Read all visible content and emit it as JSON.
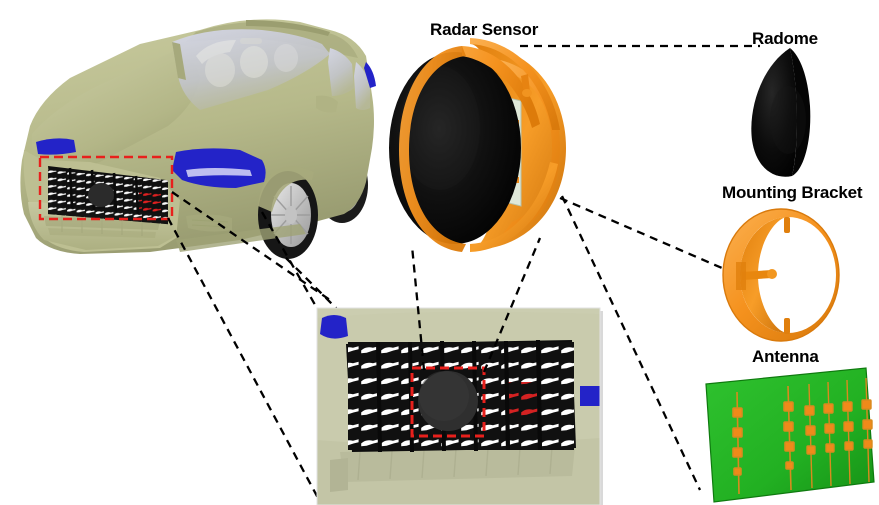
{
  "figure": {
    "title": "Automotive radar sensor integration in vehicle front grille",
    "background_color": "#ffffff"
  },
  "labels": {
    "radar_sensor": "Radar Sensor",
    "radome": "Radome",
    "mounting_bracket": "Mounting Bracket",
    "antenna": "Antenna"
  },
  "colors": {
    "car_body": "#b6b98a",
    "car_body_dark": "#8f9168",
    "car_body_light": "#c9cb9f",
    "headlight_blue": "#2323c8",
    "grille_black": "#131313",
    "grille_slat_white": "#ffffff",
    "highlight_red": "#e02020",
    "dashed_red": "#e8201c",
    "bracket_orange": "#f5921e",
    "bracket_orange_dark": "#d97a0c",
    "bracket_orange_light": "#fbab3f",
    "radome_black": "#0a0a0a",
    "pcb_green": "#22b022",
    "pcb_pale": "#dde7d8",
    "antenna_patch_orange": "#ef8a1a",
    "leader_line": "#000000",
    "panel_shadow": "#b9b9b9"
  },
  "components": [
    {
      "id": "vehicle",
      "name": "SUV front three-quarter view",
      "note": "olive-khaki body, blue headlights, grille outlined with red dashed box"
    },
    {
      "id": "grille-closeup",
      "name": "Front grille close-up panel",
      "note": "radar sensor black disc behind grille, red dashed box, red highlighted slats"
    },
    {
      "id": "radar-sensor-assembly",
      "name": "Radar sensor exploded assembly",
      "note": "black radome, orange mounting bracket ring, antenna PCB inside"
    },
    {
      "id": "radome",
      "name": "Radome",
      "note": "black lens-shaped cover"
    },
    {
      "id": "mounting-bracket",
      "name": "Mounting bracket",
      "note": "orange ring with clip tabs"
    },
    {
      "id": "antenna",
      "name": "Antenna board",
      "note": "green PCB with orange patch antenna array"
    }
  ],
  "antenna_array": {
    "columns": 6,
    "patches_per_column": [
      4,
      4,
      3,
      3,
      3,
      3
    ],
    "patch_color": "#ef8a1a",
    "board_color": "#22b022"
  },
  "leader_lines": [
    {
      "from": "radar-sensor-assembly",
      "to": "radome"
    },
    {
      "from": "radar-sensor-assembly",
      "to": "mounting-bracket"
    },
    {
      "from": "radar-sensor-assembly",
      "to": "antenna"
    },
    {
      "from": "vehicle-grille",
      "to": "grille-closeup"
    },
    {
      "from": "grille-closeup",
      "to": "radar-sensor-assembly"
    }
  ]
}
